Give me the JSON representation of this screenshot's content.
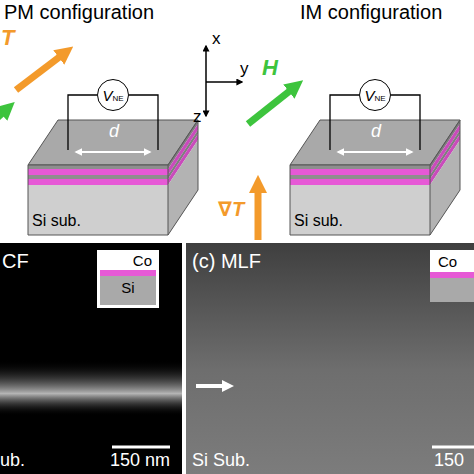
{
  "diagram": {
    "nodes": [
      {
        "text": [
          "V",
          "NE"
        ]
      },
      {
        "text": [
          "Si sub."
        ]
      },
      {
        "text": [
          "V",
          "NE"
        ]
      },
      {
        "text": [
          "Si sub."
        ]
      },
      {
        "text": [
          "Co",
          "Si"
        ]
      },
      {
        "text": [
          "Co"
        ]
      }
    ],
    "edges": [
      {
        "from": 0,
        "to": 1,
        "arrow": "none"
      },
      {
        "from": 0,
        "to": 1,
        "arrow": "none"
      },
      {
        "from": 2,
        "to": 3,
        "arrow": "none"
      },
      {
        "from": 2,
        "to": 3,
        "arrow": "none"
      }
    ],
    "labels": [
      "PM configuration",
      "IM configuration",
      "T",
      "d",
      "x",
      "y",
      "z",
      "H",
      "d",
      "∇T",
      "CF",
      "ub.",
      "150 nm",
      "(c) MLF",
      "Si Sub.",
      "150"
    ]
  }
}
